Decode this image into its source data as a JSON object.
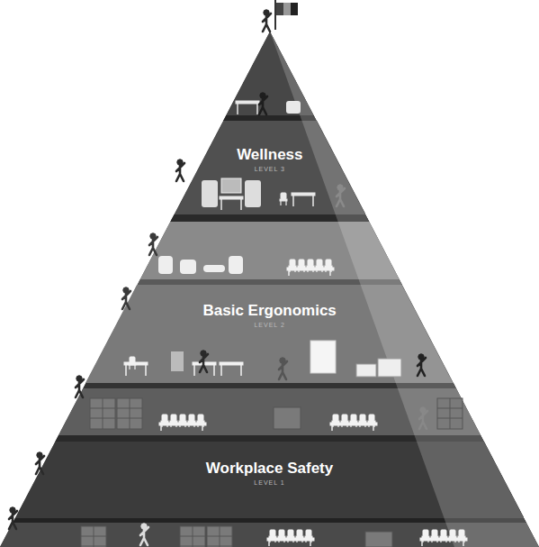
{
  "diagram": {
    "nodes": [
      {
        "text": [
          "Wellness",
          "LEVEL 3"
        ]
      },
      {
        "text": [
          "Basic Ergonomics",
          "LEVEL 2"
        ]
      },
      {
        "text": [
          "Workplace Safety",
          "LEVEL 1"
        ]
      }
    ]
  }
}
